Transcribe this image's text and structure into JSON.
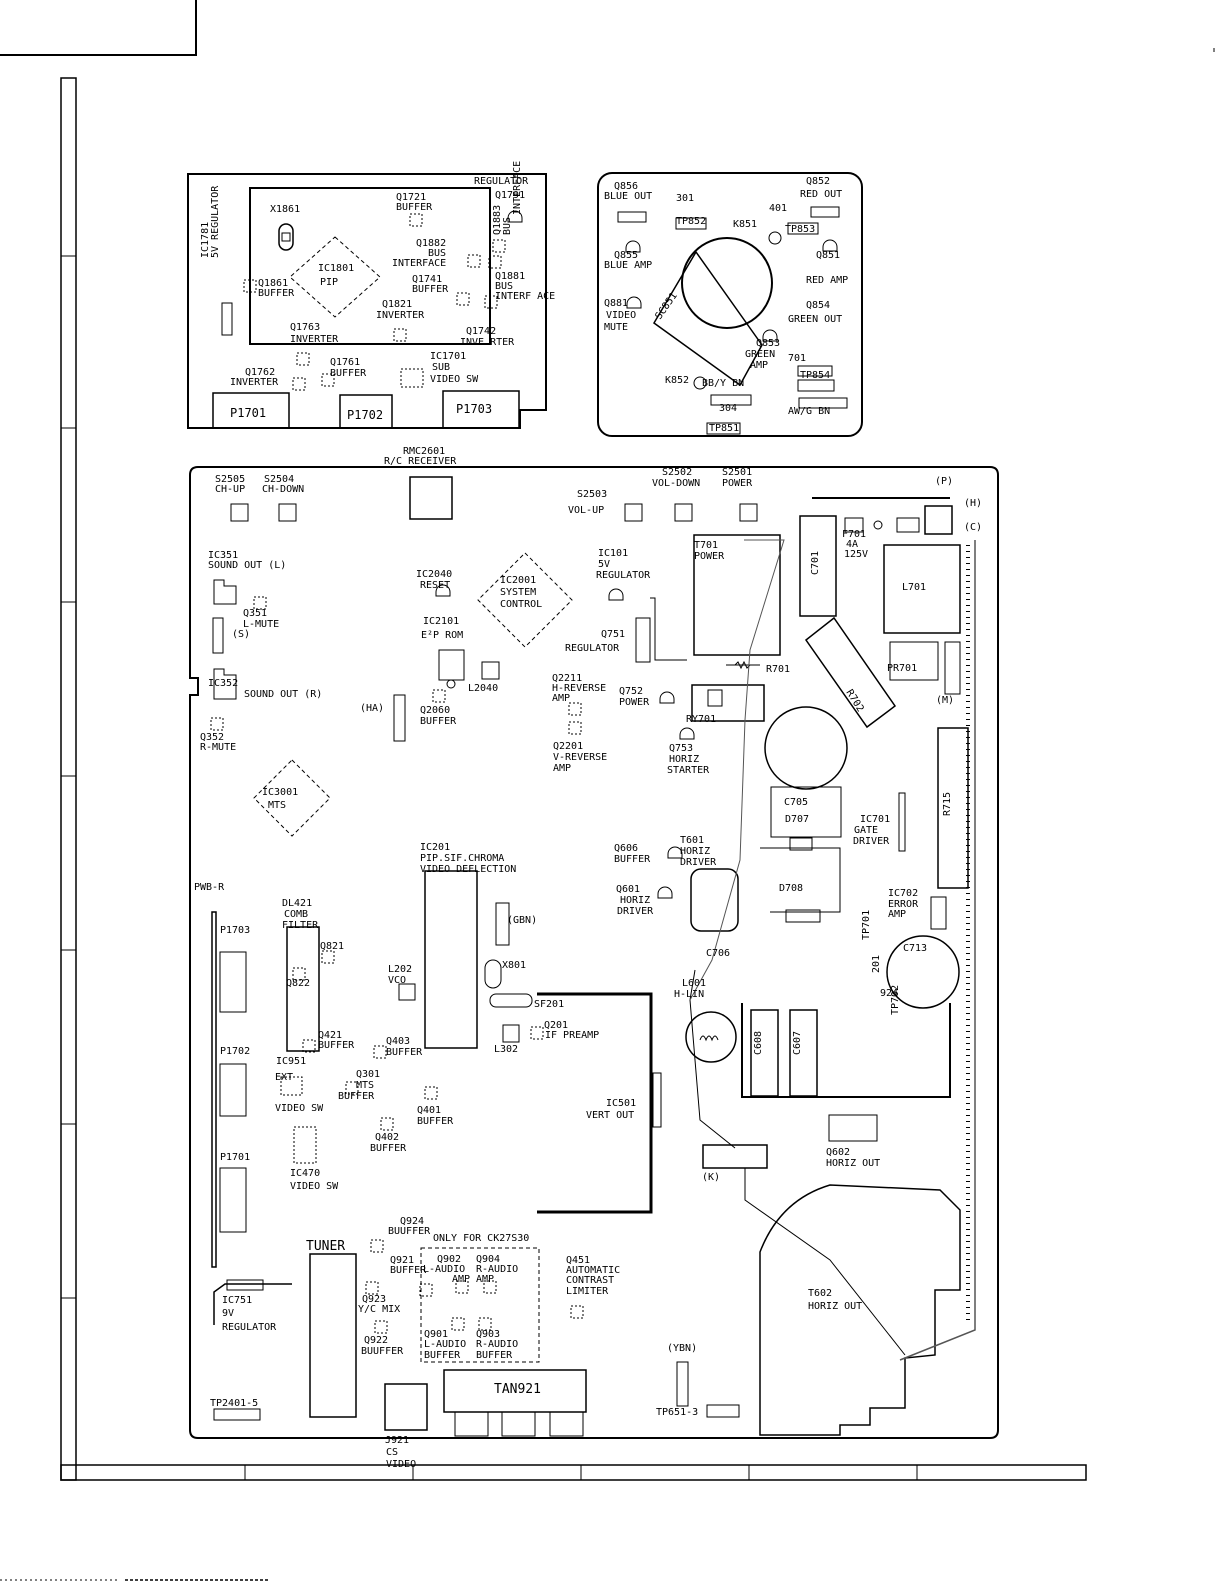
{
  "pip_board": {
    "labels": [
      "REGULATOR",
      "Q1791",
      "Q1721",
      "BUFFER",
      "X1861",
      "Q1883",
      "BUS",
      "INTERFACE",
      "Q1882",
      "BUS",
      "INTERFACE",
      "IC1801",
      "PIP",
      "Q1861",
      "BUFFER",
      "Q1741",
      "BUFFER",
      "Q1881",
      "BUS",
      "INTERF ACE",
      "Q1821",
      "INVERTER",
      "IC1781",
      "5V REGULATOR",
      "Q1763",
      "INVERTER",
      "Q1742",
      "INVE RTER",
      "IC1701",
      "SUB",
      "VIDEO SW",
      "Q1762",
      "INVERTER",
      "Q1761",
      "BUFFER"
    ],
    "connectors": [
      "P1701",
      "P1702",
      "P1703"
    ]
  },
  "crt_board": {
    "labels": [
      "Q856",
      "BLUE OUT",
      "301",
      "TP852",
      "Q852",
      "RED OUT",
      "401",
      "TP853",
      "K851",
      "Q855",
      "BLUE AMP",
      "Q851",
      "RED AMP",
      "Q881",
      "VIDEO",
      "MUTE",
      "SC851",
      "Q854",
      "GREEN OUT",
      "Q853",
      "GREEN",
      "AMP",
      "701",
      "TP854",
      "K852",
      "BB/Y BN",
      "AW/G BN",
      "304",
      "TP851"
    ]
  },
  "main_board": {
    "labels": [
      "RMC2601",
      "R/C RECEIVER",
      "S2505",
      "CH-UP",
      "S2504",
      "CH-DOWN",
      "S2502",
      "VOL-DOWN",
      "S2501",
      "POWER",
      "S2503",
      "VOL-UP",
      "(P)",
      "(H)",
      "(C)",
      "F701",
      "4A",
      "125V",
      "C701",
      "L701",
      "T701",
      "POWER",
      "IC101",
      "5V",
      "REGULATOR",
      "IC351",
      "SOUND OUT (L)",
      "Q351",
      "L-MUTE",
      "(S)",
      "IC2040",
      "RESET",
      "IC2001",
      "SYSTEM",
      "CONTROL",
      "IC2101",
      "E²P ROM",
      "L2040",
      "Q751",
      "REGULATOR",
      "R701",
      "PR701",
      "R702",
      "(M)",
      "IC352",
      "SOUND OUT (R)",
      "Q2060",
      "BUFFER",
      "(HA)",
      "Q2211",
      "H-REVERSE",
      "AMP",
      "Q752",
      "POWER",
      "RY701",
      "Q352",
      "R-MUTE",
      "Q2201",
      "V-REVERSE",
      "AMP",
      "Q753",
      "HORIZ",
      "STARTER",
      "R715",
      "IC3001",
      "MTS",
      "C705",
      "D707",
      "IC701",
      "GATE",
      "DRIVER",
      "IC201",
      "PIP.SIF.CHROMA",
      "VIDEO DEFLECTION",
      "T601",
      "HORIZ",
      "DRIVER",
      "Q606",
      "BUFFER",
      "PWB-R",
      "D708",
      "Q601",
      "HORIZ",
      "DRIVER",
      "IC702",
      "ERROR",
      "AMP",
      "DL421",
      "COMB",
      "FILTER",
      "(GBN)",
      "P1703",
      "Q821",
      "Q822",
      "C706",
      "TP701",
      "C713",
      "201",
      "L202",
      "VCO",
      "X801",
      "L601",
      "H-LIN",
      "924",
      "TP702",
      "SF201",
      "Q201",
      "IF PREAMP",
      "L302",
      "P1702",
      "Q421",
      "BUFFER",
      "Q403",
      "BUFFER",
      "C608",
      "C607",
      "IC951",
      "EXT",
      "VIDEO SW",
      "Q301",
      "MTS",
      "BUFFER",
      "IC501",
      "VERT OUT",
      "Q401",
      "BUFFER",
      "Q402",
      "BUFFER",
      "Q602",
      "HORIZ OUT",
      "(K)",
      "P1701",
      "IC470",
      "VIDEO SW",
      "Q924",
      "BUUFFER",
      "TUNER",
      "ONLY FOR CK27S30",
      "Q921",
      "BUFFER",
      "Q902",
      "L-AUDIO",
      "AMP",
      "Q904",
      "R-AUDIO",
      "AMP",
      "Q451",
      "AUTOMATIC",
      "CONTRAST",
      "LIMITER",
      "Q923",
      "Y/C MIX",
      "IC751",
      "9V",
      "REGULATOR",
      "Q922",
      "BUUFFER",
      "Q901",
      "L-AUDIO",
      "BUFFER",
      "Q903",
      "R-AUDIO",
      "BUFFER",
      "T602",
      "HORIZ OUT",
      "(YBN)",
      "TP2401-5",
      "TAN921",
      "TP651-3",
      "J921",
      "CS",
      "VIDEO"
    ]
  }
}
